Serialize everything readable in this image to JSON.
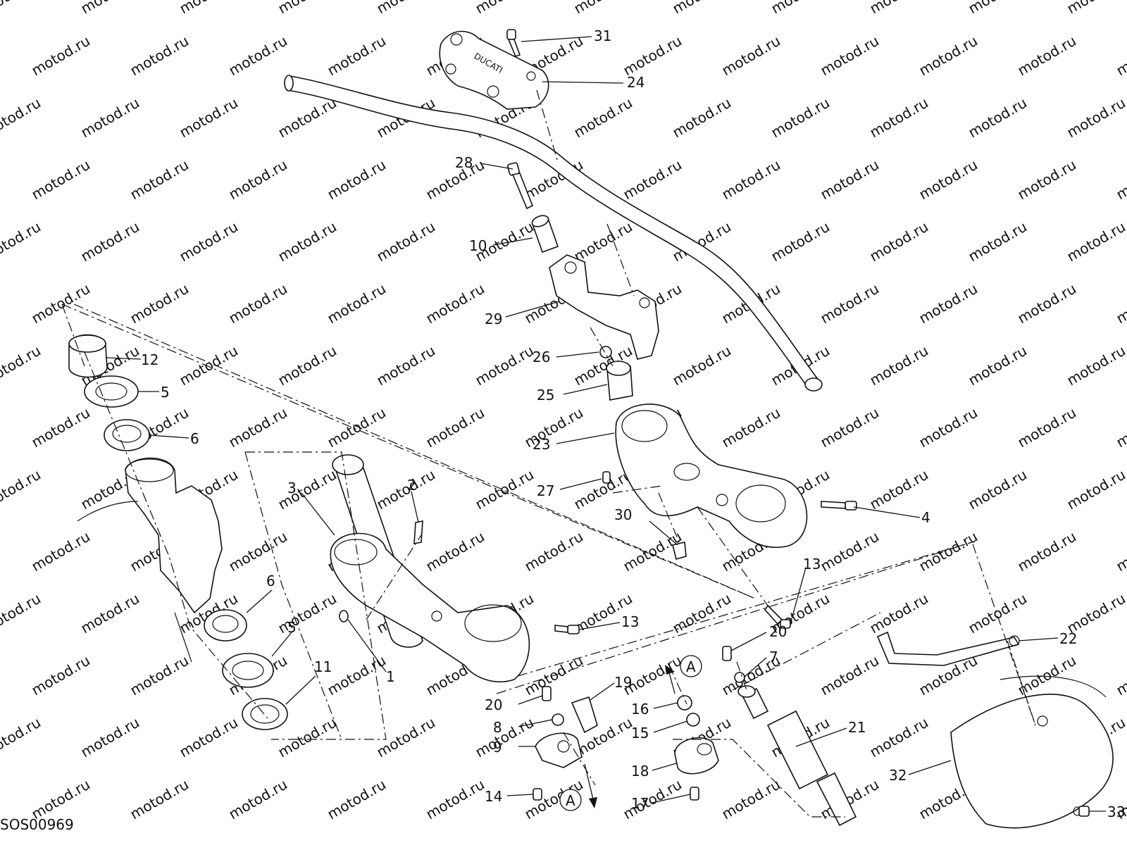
{
  "diagram": {
    "code": "SOS00969",
    "watermark_text": "motod.ru",
    "ref_marker": "A",
    "callouts": {
      "c31": "31",
      "c24": "24",
      "c28": "28",
      "c10": "10",
      "c29": "29",
      "c26": "26",
      "c25": "25",
      "c23": "23",
      "c27": "27",
      "c4": "4",
      "c30": "30",
      "c13a": "13",
      "c13b": "13",
      "c12": "12",
      "c5a": "5",
      "c6a": "6",
      "c3": "3",
      "c2": "2",
      "c1": "1",
      "c6b": "6",
      "c5b": "5",
      "c11": "11",
      "c20a": "20",
      "c8": "8",
      "c9": "9",
      "c14": "14",
      "c19": "19",
      "c16": "16",
      "c15": "15",
      "c18": "18",
      "c17": "17",
      "c20b": "20",
      "c7": "7",
      "c21": "21",
      "c22": "22",
      "c32": "32",
      "c33": "33"
    }
  }
}
